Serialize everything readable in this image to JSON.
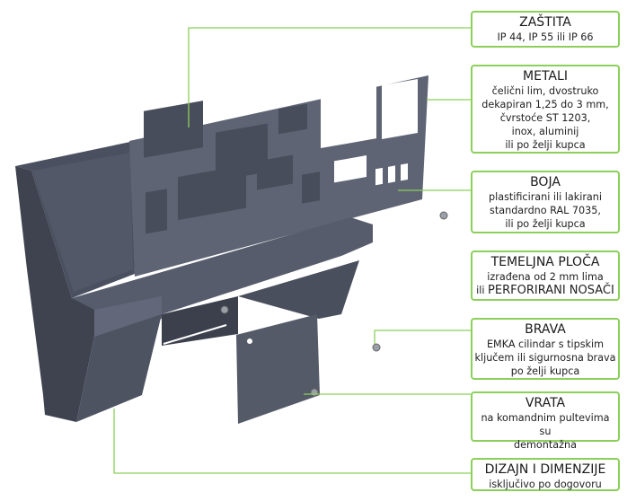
{
  "callouts": [
    {
      "title": "ZAŠTITA",
      "lines": [
        "IP 44, IP 55 ili IP 66"
      ]
    },
    {
      "title": "METALI",
      "lines": [
        "čelični lim, dvostruko",
        "dekapiran 1,25 do 3 mm,",
        "čvrstoće ST 1203,",
        "inox, aluminij",
        "ili po želji kupca"
      ]
    },
    {
      "title": "BOJA",
      "lines": [
        "plastificirani ili lakirani",
        "standardno RAL 7035,",
        "ili po želji kupca"
      ]
    },
    {
      "title": "TEMELJNA PLOČA",
      "lines": [
        "izrađena od 2 mm lima"
      ],
      "line2_prefix": "ili",
      "line2_emph": "PERFORIRANI NOSAČI"
    },
    {
      "title": "BRAVA",
      "lines": [
        "EMKA cilindar s tipskim",
        "ključem ili sigurnosna brava",
        "po želji kupca"
      ]
    },
    {
      "title": "VRATA",
      "lines": [
        "na komandnim pultevima su",
        "demontažna"
      ]
    },
    {
      "title": "DIZAJN I DIMENZIJE",
      "lines": [
        "isključivo po dogovoru"
      ]
    }
  ],
  "colors": {
    "accent": "#8ccf5a",
    "metal": "#5a6070",
    "metal_dark": "#454a57",
    "metal_light": "#6c7282"
  }
}
